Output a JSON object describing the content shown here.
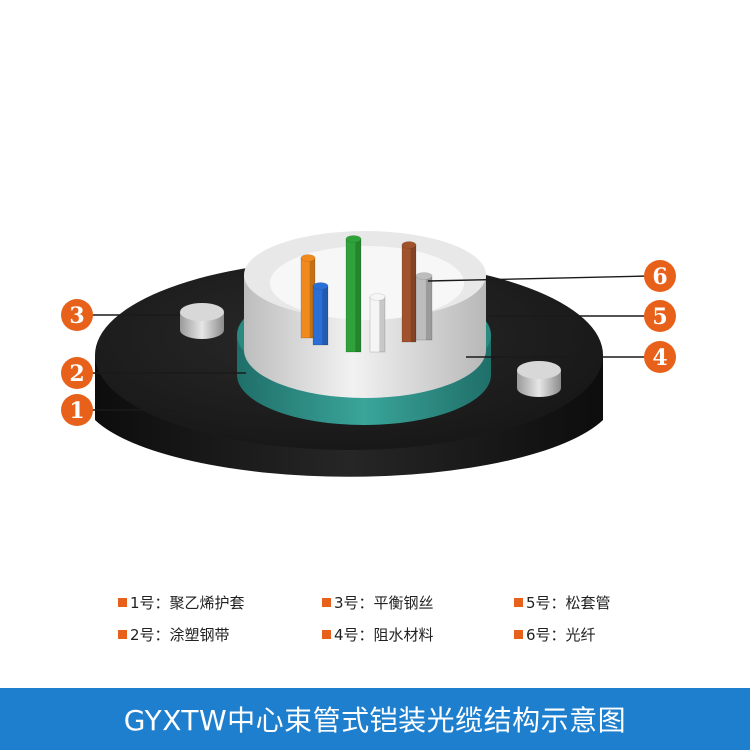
{
  "colors": {
    "accent": "#e8611a",
    "banner": "#1e7fce",
    "jacket": "#1c1c1c",
    "steel_tape": "#2f8f86",
    "tube": "#d9d9d9"
  },
  "callouts": [
    {
      "number": "1"
    },
    {
      "number": "2"
    },
    {
      "number": "3"
    },
    {
      "number": "4"
    },
    {
      "number": "5"
    },
    {
      "number": "6"
    }
  ],
  "legend": {
    "items": [
      {
        "label": "1号：聚乙烯护套"
      },
      {
        "label": "3号：平衡钢丝"
      },
      {
        "label": "5号：松套管"
      },
      {
        "label": "2号：涂塑钢带"
      },
      {
        "label": "4号：阻水材料"
      },
      {
        "label": "6号：光纤"
      }
    ]
  },
  "fibers": [
    {
      "color": "#f08a1c"
    },
    {
      "color": "#2a6fd6"
    },
    {
      "color": "#2fa23a"
    },
    {
      "color": "#f5f5f5"
    },
    {
      "color": "#a0522d"
    },
    {
      "color": "#bdbdbd"
    }
  ],
  "banner": {
    "title": "GYXTW中心束管式铠装光缆结构示意图"
  }
}
